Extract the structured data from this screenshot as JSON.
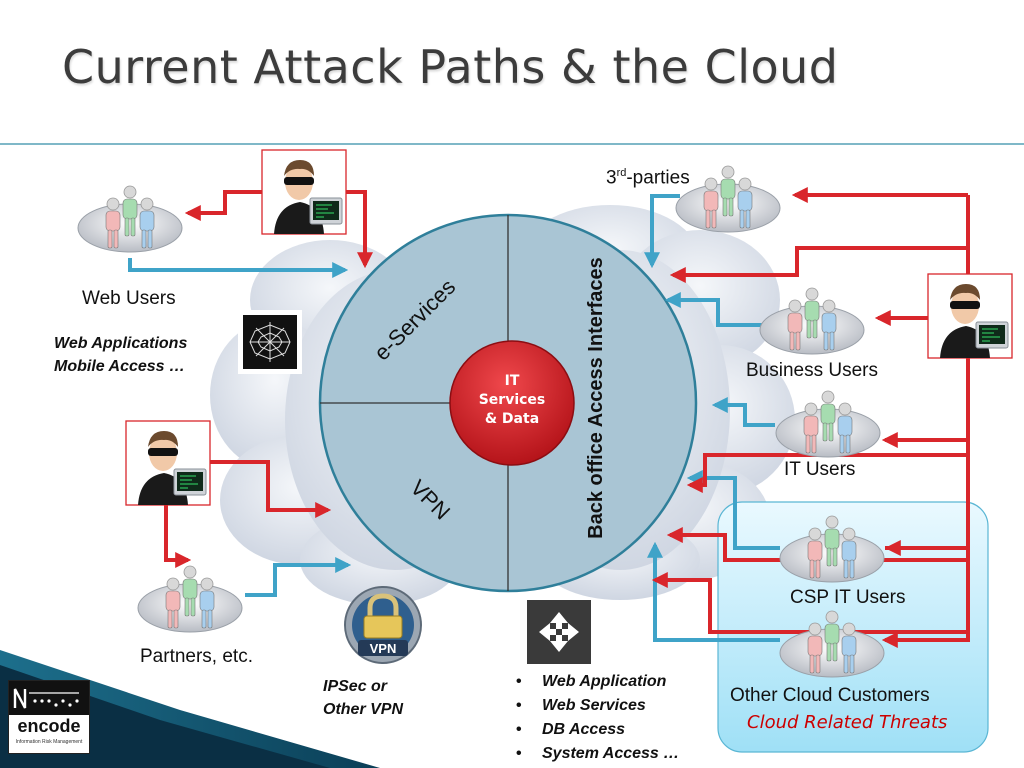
{
  "title": "Current Attack Paths & the Cloud",
  "center": {
    "line1": "IT",
    "line2": "Services",
    "line3": "& Data"
  },
  "sectors": {
    "top_left": "e-Services",
    "bottom_left": "VPN",
    "right": "Back office Access Interfaces"
  },
  "groups": {
    "web_users": "Web Users",
    "third_parties_base": "3",
    "third_parties_sup": "rd",
    "third_parties_rest": "-parties",
    "business_users": "Business Users",
    "it_users": "IT Users",
    "csp_it_users": "CSP IT Users",
    "partners": "Partners, etc.",
    "other_cloud": "Other Cloud Customers"
  },
  "web_apps": {
    "line1": "Web Applications",
    "line2": "Mobile Access …"
  },
  "ipsec": {
    "line1": "IPSec or",
    "line2": "Other VPN"
  },
  "vpn_badge": "VPN",
  "backoffice_list": [
    "Web Application",
    "Web Services",
    "DB Access",
    "System Access …"
  ],
  "cloud_threats": "Cloud Related Threats",
  "logo": {
    "word": "encode",
    "sub": "Information Risk Management"
  },
  "colors": {
    "attack": "#d9262b",
    "access": "#3fa3c8",
    "circle": "#a9c5d4",
    "core": "#d61f26",
    "cloud": "#dde3ec"
  }
}
